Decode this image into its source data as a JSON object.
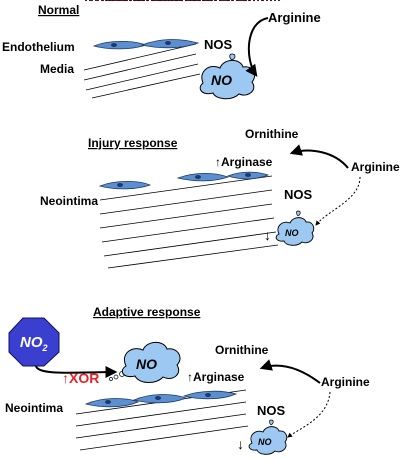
{
  "panels": {
    "normal": {
      "title": "Normal",
      "layer_top": "Endothelium",
      "layer_bottom": "Media",
      "nos": "NOS",
      "substrate": "Arginine",
      "product": "NO"
    },
    "injury": {
      "title": "Injury response",
      "arginase": "Arginase",
      "up_arrow": "↑",
      "ornithine": "Ornithine",
      "substrate": "Arginine",
      "nos": "NOS",
      "layer": "Neointima",
      "down_arrow": "↓",
      "product": "NO"
    },
    "adaptive": {
      "title": "Adaptive response",
      "no2": "NO",
      "no2_sub": "2",
      "xor_arrow": "↑",
      "xor": "XOR",
      "product": "NO",
      "arginase": "Arginase",
      "up_arrow": "↑",
      "ornithine": "Ornithine",
      "substrate": "Arginine",
      "nos": "NOS",
      "layer": "Neointima",
      "down_arrow": "↓",
      "product_small": "NO"
    }
  },
  "colors": {
    "endothelium": "#5b8fd0",
    "media_cell": "#e8476e",
    "neointima_cell": "#f28c28",
    "no_cloud": "#9cc8f2",
    "no2_hexagon": "#3a3fd0",
    "xor_red": "#e8222a"
  }
}
